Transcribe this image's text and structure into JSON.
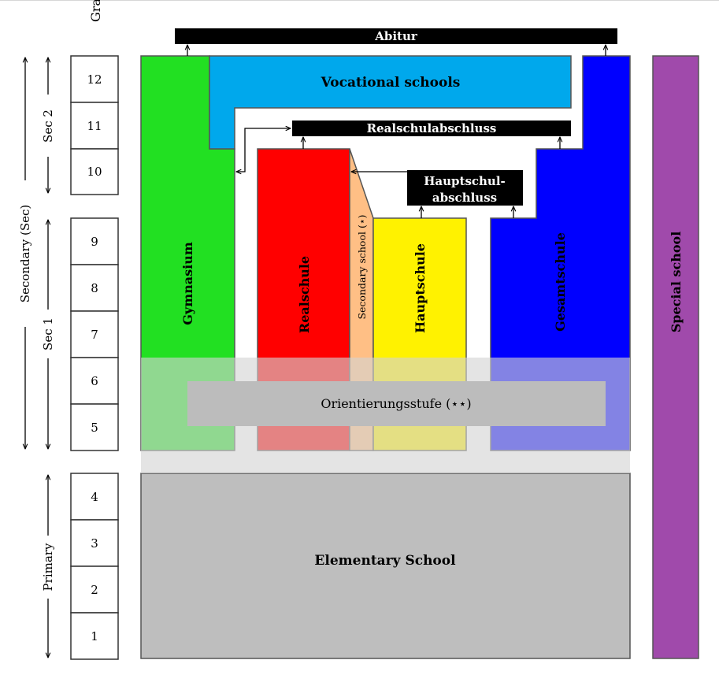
{
  "grade_header": "Grade",
  "grades": [
    "12",
    "11",
    "10",
    "9",
    "8",
    "7",
    "6",
    "5",
    "4",
    "3",
    "2",
    "1"
  ],
  "levels": {
    "secondary": "Secondary (Sec)",
    "sec2": "Sec 2",
    "sec1": "Sec 1",
    "primary": "Primary"
  },
  "schools": {
    "gymnasium": "Gymnasium",
    "vocational": "Vocational schools",
    "realschule": "Realschule",
    "secondary_school": "Secondary school (⋆)",
    "hauptschule": "Hauptschule",
    "gesamtschule": "Gesamtschule",
    "special": "Special school",
    "elementary": "Elementary School",
    "orientierung": "Orientierungsstufe (⋆⋆)"
  },
  "certificates": {
    "abitur": "Abitur",
    "realschulabschluss": "Realschulabschluss",
    "hauptschul_line1": "Hauptschul-",
    "hauptschul_line2": "abschluss"
  },
  "colors": {
    "gymnasium": "#22e022",
    "vocational": "#00a8ec",
    "realschule": "#ff0000",
    "secondary_school": "#ffbf85",
    "hauptschule": "#fff200",
    "gesamtschule": "#0000ff",
    "special": "#a04aab",
    "elementary": "#bebebe",
    "orientierung_band": "#d4d4d4",
    "orientierung_label_box": "#bcbcbc",
    "certificate_bar": "#000000"
  }
}
